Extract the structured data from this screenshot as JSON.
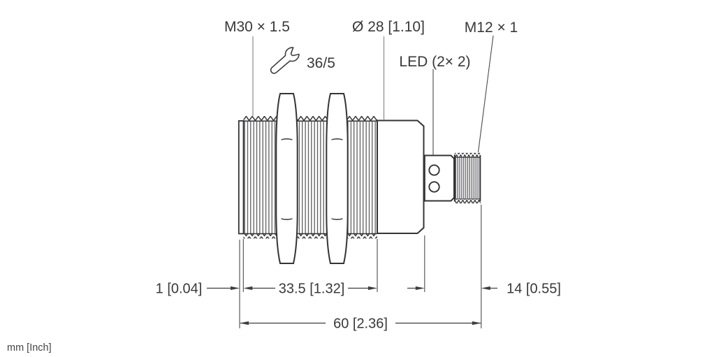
{
  "title": "Inductive sensor dimensional drawing",
  "labels": {
    "thread": "M30 × 1.5",
    "diameter": "Ø 28 [1.10]",
    "connector": "M12 × 1",
    "led": "LED (2× 2)",
    "wrench": "36/5"
  },
  "dimensions": {
    "front_lip": "1 [0.04]",
    "thread_length": "33.5 [1.32]",
    "connector_length": "14 [0.55]",
    "overall_length": "60 [2.36]"
  },
  "units_note": "mm [Inch]",
  "icons": {
    "wrench": "wrench-icon"
  },
  "colors": {
    "line": "#343437",
    "thin_line": "#4c4c4f",
    "leader": "#8a8b8f",
    "text": "#39393b",
    "background": "#ffffff"
  }
}
